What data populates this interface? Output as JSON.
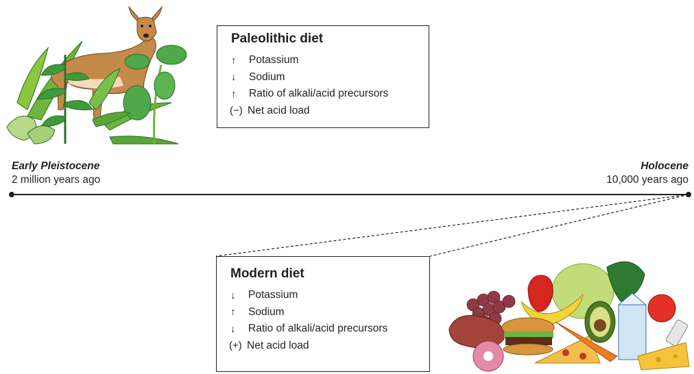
{
  "timeline": {
    "start": {
      "name": "Early Pleistocene",
      "date": "2 million years ago"
    },
    "end": {
      "name": "Holocene",
      "date": "10,000 years ago"
    }
  },
  "paleolithic_diet": {
    "title": "Paleolithic diet",
    "items": [
      {
        "indicator": "↑",
        "label": "Potassium"
      },
      {
        "indicator": "↓",
        "label": "Sodium"
      },
      {
        "indicator": "↑",
        "label": "Ratio of alkali/acid precursors"
      },
      {
        "indicator": "(−)",
        "label": "Net acid load"
      }
    ]
  },
  "modern_diet": {
    "title": "Modern diet",
    "items": [
      {
        "indicator": "↓",
        "label": "Potassium"
      },
      {
        "indicator": "↑",
        "label": "Sodium"
      },
      {
        "indicator": "↓",
        "label": "Ratio of alkali/acid precursors"
      },
      {
        "indicator": "(+)",
        "label": "Net acid load"
      }
    ]
  },
  "illustrations": {
    "wild_scene_icon": "deer-and-plants-icon",
    "modern_food_icon": "modern-food-pile-icon"
  },
  "colors": {
    "line": "#231f20",
    "deer": "#c48a4a",
    "leaf": "#3f9a3a",
    "leaf_dark": "#2c6e2a",
    "leaf_light": "#8cc63f"
  }
}
